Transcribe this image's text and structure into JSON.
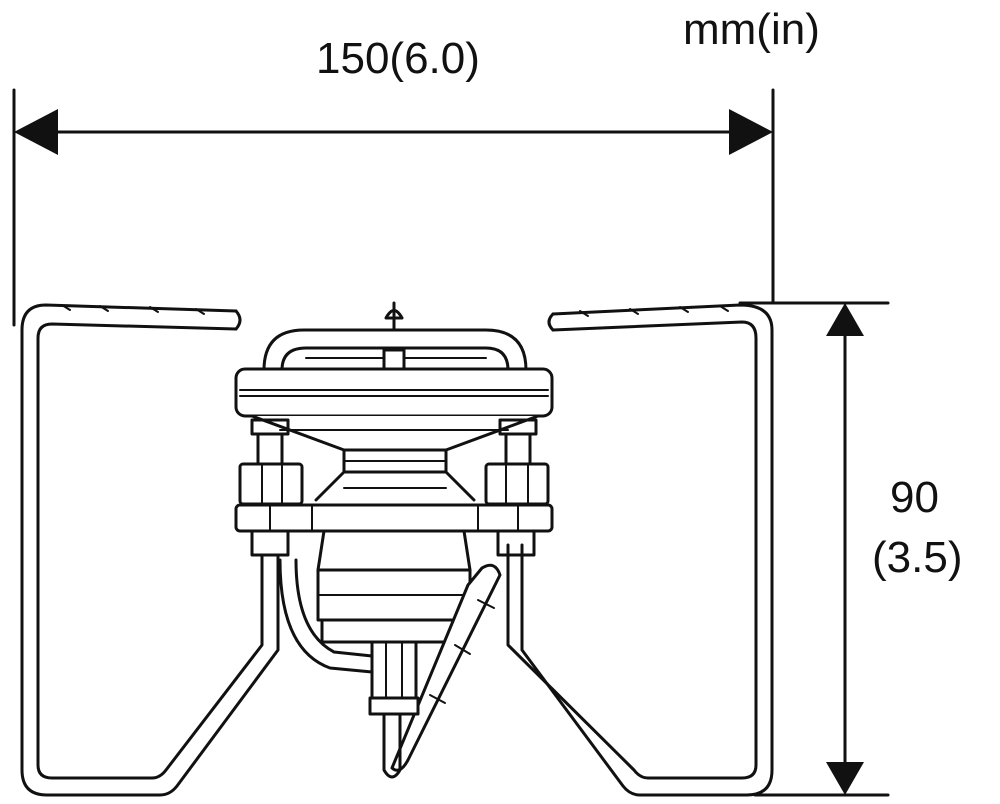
{
  "units_label": "mm(in)",
  "width_dimension": "150(6.0)",
  "height_dimension": {
    "metric": "90",
    "imperial": "(3.5)"
  },
  "colors": {
    "line": "#111111",
    "background": "#ffffff",
    "fill": "#ffffff"
  }
}
